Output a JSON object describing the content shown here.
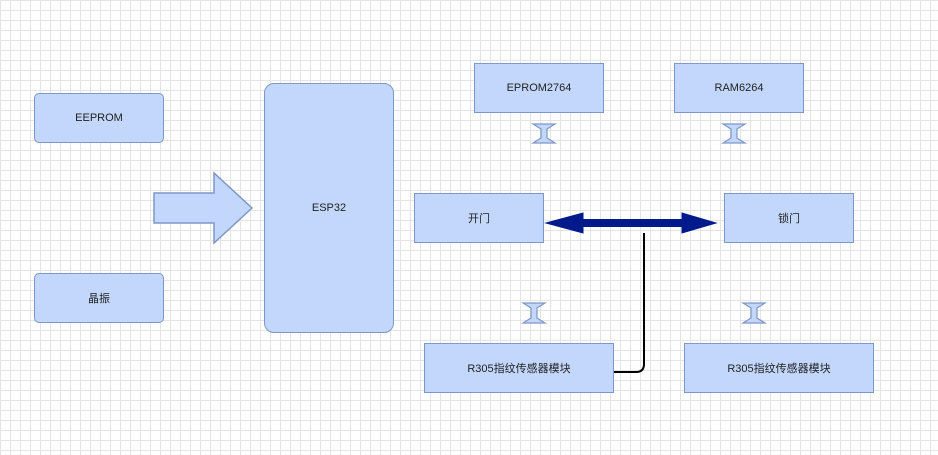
{
  "diagram": {
    "nodes": {
      "eeprom": "EEPROM",
      "crystal": "晶振",
      "esp32": "ESP32",
      "eprom": "EPROM2764",
      "ram": "RAM6264",
      "open_door": "开门",
      "lock_door": "锁门",
      "sensor_left": "R305指纹传感器模块",
      "sensor_right": "R305指纹传感器模块"
    },
    "colors": {
      "box_fill": "#c2d7fb",
      "box_border": "#7d98c6",
      "double_arrow": "#001a8c",
      "connector": "#000000",
      "grid": "#e4e4e4"
    }
  }
}
